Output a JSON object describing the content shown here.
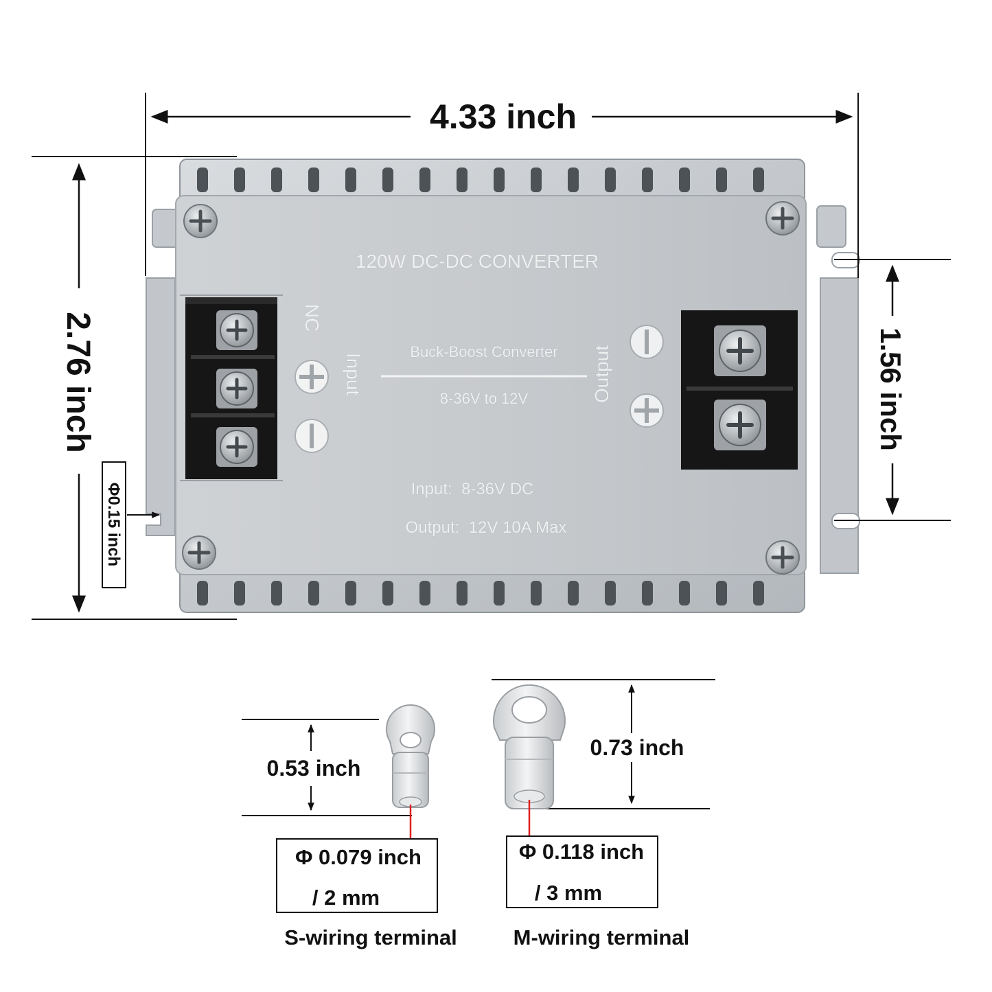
{
  "dimensions": {
    "width": "4.33 inch",
    "height": "2.76 inch",
    "mount_spacing": "1.56 inch",
    "hole_diameter": "Φ0.15 inch"
  },
  "converter": {
    "title": "120W DC-DC CONVERTER",
    "subtitle": "Buck-Boost Converter",
    "range": "8-36V to 12V",
    "input_spec": "Input:  8-36V DC",
    "output_spec": "Output:  12V 10A Max",
    "input_label": "Input",
    "output_label": "Output",
    "nc_label": "NC"
  },
  "terminals": [
    {
      "name": "S-wiring terminal",
      "length": "0.53 inch",
      "hole_inch": "Φ 0.079 inch",
      "hole_mm": "/ 2 mm"
    },
    {
      "name": "M-wiring terminal",
      "length": "0.73 inch",
      "hole_inch": "Φ 0.118 inch",
      "hole_mm": "/ 3 mm"
    }
  ],
  "colors": {
    "housing": "#c9ccd0",
    "terminal_block": "#161616",
    "pointer": "#e02020"
  }
}
